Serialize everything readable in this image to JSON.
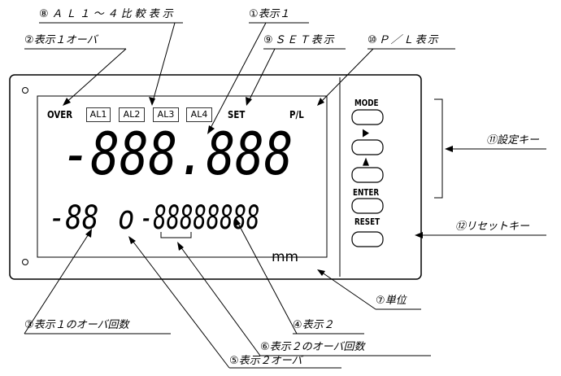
{
  "callouts": {
    "c8": "⑧ＡＬ１～４比較表示",
    "c1": "①表示１",
    "c2": "②表示１オーバ",
    "c9": "⑨ＳＥＴ表示",
    "c10": "⑩Ｐ／Ｌ表示",
    "c11": "⑪設定キー",
    "c12": "⑫リセットキー",
    "c7": "⑦単位",
    "c3": "③表示１のオーバ回数",
    "c4": "④表示２",
    "c6": "⑥表示２のオーバ回数",
    "c5": "⑤表示２オーバ"
  },
  "indicators": {
    "over": "OVER",
    "al1": "AL1",
    "al2": "AL2",
    "al3": "AL3",
    "al4": "AL4",
    "set": "SET",
    "pl": "P/L"
  },
  "display1": "-888.888",
  "display1_overcount": "-88",
  "display2_over_glyph": "o",
  "display2": "-88888888",
  "unit": "mm",
  "keys": {
    "mode": "MODE",
    "right": "▶",
    "up": "▲",
    "enter": "ENTER",
    "reset": "RESET"
  }
}
